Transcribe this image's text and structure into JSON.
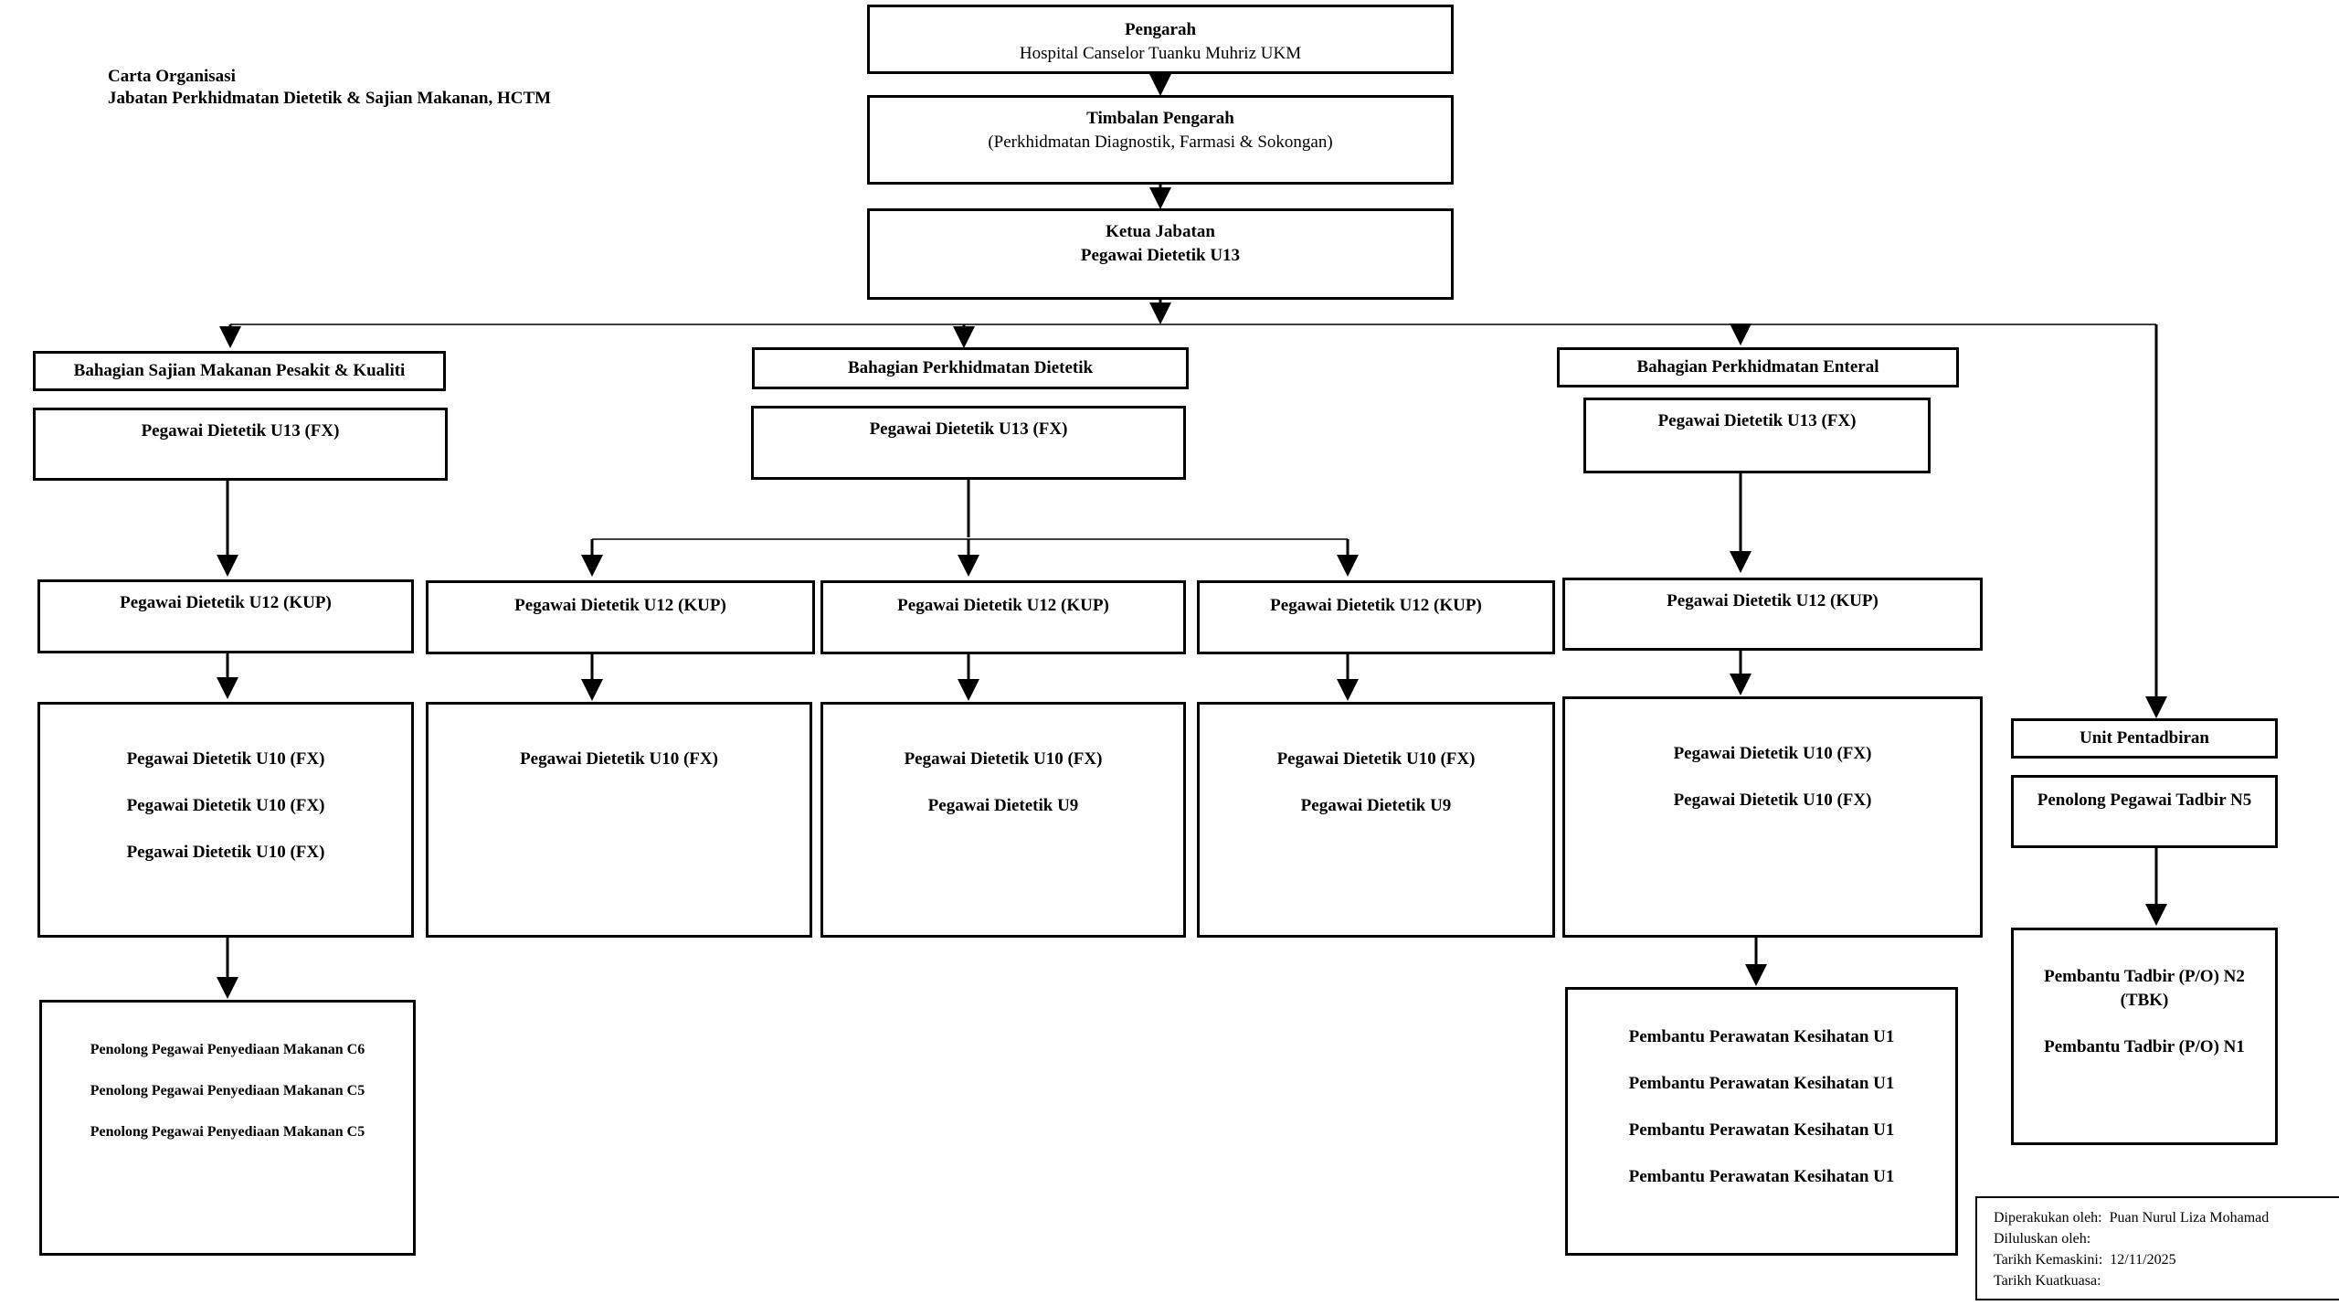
{
  "title": {
    "line1": "Carta Organisasi",
    "line2": "Jabatan Perkhidmatan Dietetik & Sajian Makanan, HCTM"
  },
  "top": {
    "director": {
      "title": "Pengarah",
      "sub": "Hospital Canselor Tuanku Muhriz UKM"
    },
    "deputy": {
      "title": "Timbalan Pengarah",
      "sub": "(Perkhidmatan Diagnostik, Farmasi & Sokongan)"
    },
    "head": {
      "title": "Ketua Jabatan",
      "sub": "Pegawai Dietetik U13"
    }
  },
  "sections": {
    "a": {
      "name": "Bahagian Sajian Makanan Pesakit & Kualiti",
      "lead": "Pegawai Dietetik U13 (FX)",
      "kup": "Pegawai Dietetik U12 (KUP)",
      "staff": [
        "Pegawai Dietetik U10 (FX)",
        "Pegawai Dietetik U10 (FX)",
        "Pegawai Dietetik U10 (FX)"
      ],
      "support": [
        "Penolong Pegawai Penyediaan Makanan C6",
        "Penolong Pegawai Penyediaan Makanan C5",
        "Penolong Pegawai Penyediaan Makanan C5"
      ]
    },
    "b": {
      "name": "Bahagian Perkhidmatan Dietetik",
      "lead": "Pegawai Dietetik U13 (FX)",
      "units": [
        {
          "kup": "Pegawai Dietetik U12 (KUP)",
          "staff": [
            "Pegawai Dietetik U10 (FX)"
          ]
        },
        {
          "kup": "Pegawai Dietetik U12 (KUP)",
          "staff": [
            "Pegawai Dietetik U10 (FX)",
            "Pegawai Dietetik U9"
          ]
        },
        {
          "kup": "Pegawai Dietetik U12 (KUP)",
          "staff": [
            "Pegawai Dietetik U10 (FX)",
            "Pegawai Dietetik U9"
          ]
        }
      ]
    },
    "c": {
      "name": "Bahagian Perkhidmatan Enteral",
      "lead": "Pegawai Dietetik U13 (FX)",
      "kup": "Pegawai Dietetik U12 (KUP)",
      "staff": [
        "Pegawai Dietetik U10 (FX)",
        "Pegawai Dietetik U10 (FX)"
      ],
      "support": [
        "Pembantu Perawatan Kesihatan U1",
        "Pembantu Perawatan Kesihatan U1",
        "Pembantu Perawatan Kesihatan U1",
        "Pembantu Perawatan Kesihatan U1"
      ]
    },
    "d": {
      "name": "Unit Pentadbiran",
      "lead": "Penolong Pegawai Tadbir N5",
      "staff": [
        "Pembantu Tadbir (P/O) N2",
        "(TBK)",
        "Pembantu Tadbir (P/O) N1"
      ]
    }
  },
  "note": {
    "certified_label": "Diperakukan oleh:",
    "certified_value": "Puan Nurul Liza Mohamad",
    "approved_label": "Diluluskan oleh:",
    "approved_value": "",
    "updated_label": "Tarikh Kemaskini:",
    "updated_value": "12/11/2025",
    "effective_label": "Tarikh Kuatkuasa:",
    "effective_value": ""
  }
}
